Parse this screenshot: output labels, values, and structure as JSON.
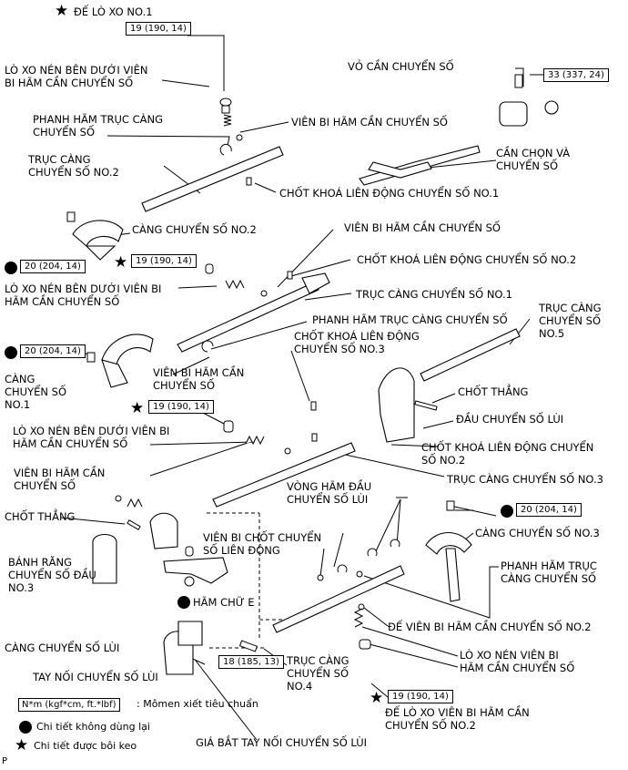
{
  "labels": {
    "de_lo_xo_1": "ĐẾ LÒ XO NO.1",
    "lo_xo_nen_1": "LÒ XO NÉN BÊN DƯỚI VIÊN\nBI HÃM CẦN CHUYỂN SỐ",
    "phanh_ham_truc_cang_1": "PHANH HÃM TRỤC CÀNG\nCHUYỂN SỐ",
    "vien_bi_1": "VIÊN BI HÃM CẦN CHUYỂN SỐ",
    "truc_cang_2": "TRỤC CÀNG\nCHUYỂN SỐ NO.2",
    "vo_can": "VỎ CẦN CHUYỂN SỐ",
    "can_chon": "CẦN CHỌN VÀ\nCHUYỂN SỐ",
    "chot_khoa_1": "CHỐT KHOÁ LIÊN ĐỘNG CHUYỂN SỐ NO.1",
    "cang_2": "CÀNG CHUYỂN SỐ NO.2",
    "vien_bi_2": "VIÊN BI HÃM CẦN CHUYỂN SỐ",
    "chot_khoa_2": "CHỐT KHOÁ LIÊN ĐỘNG CHUYỂN SỐ NO.2",
    "lo_xo_nen_2": "LÒ XO NÉN BÊN DƯỚI VIÊN BI\nHÃM CẦN CHUYỂN SỐ",
    "truc_cang_1": "TRỤC CÀNG CHUYỂN SỐ NO.1",
    "phanh_ham_truc_cang_2": "PHANH HÃM TRỤC CÀNG CHUYỂN SỐ",
    "truc_cang_5": "TRỤC CÀNG\nCHUYỂN SỐ\nNO.5",
    "chot_khoa_3": "CHỐT KHOÁ LIÊN ĐỘNG\nCHUYỂN SỐ NO.3",
    "cang_1": "CÀNG\nCHUYỂN SỐ\nNO.1",
    "vien_bi_3": "VIÊN BI HÃM CẦN\nCHUYỂN SỐ",
    "chot_thang_1": "CHỐT THẲNG",
    "dau_chuyen_lui": "ĐẦU CHUYỂN SỐ LÙI",
    "lo_xo_nen_3": "LÒ XO NÉN BÊN DƯỚI VIÊN BI\nHÃM CẦN CHUYỂN SỐ",
    "chot_khoa_4": "CHỐT KHOÁ LIÊN ĐỘNG CHUYỂN\nSỐ NO.2",
    "vien_bi_4": "VIÊN BI HÃM CẦN\nCHUYỂN SỐ",
    "truc_cang_3": "TRỤC CÀNG CHUYỂN SỐ NO.3",
    "vong_ham": "VÒNG HÃM ĐẦU\nCHUYỂN SỐ LÙI",
    "chot_thang_2": "CHỐT THẲNG",
    "vien_bi_chot": "VIÊN BI CHỐT CHUYỂN\nSỐ LIÊN ĐỘNG",
    "cang_3": "CÀNG CHUYỂN SỐ NO.3",
    "banh_rang": "BÁNH RĂNG\nCHUYỂN SỐ ĐẦU\nNO.3",
    "ham_chu_e": "HÃM CHỮ E",
    "phanh_ham_truc_cang_3": "PHANH HÃM TRỤC\nCÀNG CHUYỂN SỐ",
    "cang_lui": "CÀNG CHUYỂN SỐ LÙI",
    "de_vien_bi": "ĐẾ VIÊN BI HÃM CẦN CHUYỂN SỐ NO.2",
    "tay_noi": "TAY NỐI CHUYỂN SỐ LÙI",
    "truc_cang_4": "TRỤC CÀNG\nCHUYỂN SỐ\nNO.4",
    "lo_xo_nen_4": "LÒ XO NÉN VIÊN BI\nHÃM CẦN CHUYỂN SỐ",
    "de_lo_xo_2": "ĐẾ LÒ XO VIÊN BI HÃM CẦN\nCHUYỂN SỐ NO.2",
    "gia_bat": "GIÁ BẮT TAY NỐI CHUYỂN SỐ LÙI",
    "corner": "P"
  },
  "torques": {
    "t1": "19 (190, 14)",
    "t2": "33 (337, 24)",
    "t3": "20 (204, 14)",
    "t4": "19 (190, 14)",
    "t5": "20 (204, 14)",
    "t6": "19 (190, 14)",
    "t7": "20 (204, 14)",
    "t8": "18 (185, 13)",
    "t9": "19 (190, 14)"
  },
  "legend": {
    "unit_box": "N*m (kgf*cm, ft.*lbf)",
    "unit_text": ": Mômen xiết tiêu chuẩn",
    "dot_text": "Chi tiết không dùng lại",
    "star_text": "Chi tiết được bôi keo"
  }
}
